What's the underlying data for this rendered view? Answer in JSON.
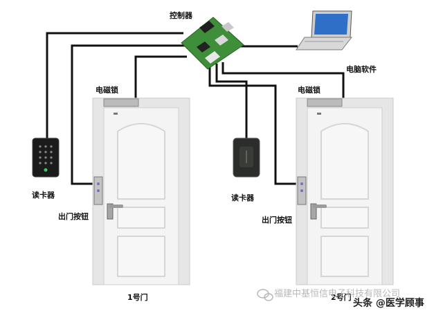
{
  "labels": {
    "controller": "控制器",
    "pc_software": "电脑软件",
    "maglock_left": "电磁锁",
    "maglock_right": "电磁锁",
    "reader_left": "读卡器",
    "reader_right": "读卡器",
    "exit_button_left": "出门按钮",
    "exit_button_right": "出门按钮",
    "door_left": "1号门",
    "door_right": "2号门"
  },
  "watermark": {
    "company": "福建中基恒信电子科技有限公司",
    "source": "头条 @医学顾事"
  },
  "colors": {
    "wire": "#111111",
    "board": "#3f8f3a",
    "door": "#f1f1f1",
    "door_frame": "#e4e4e4"
  }
}
